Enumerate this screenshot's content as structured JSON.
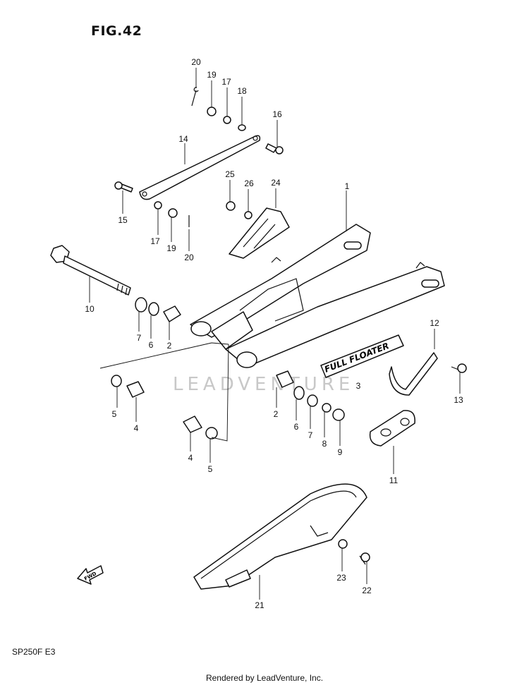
{
  "figure": {
    "title": "FIG.42",
    "model_code": "SP250F  E3",
    "credit": "Rendered by LeadVenture, Inc.",
    "watermark": "LEADVENTURE",
    "decal_text": "FULL FLOATER",
    "fwd_label": "FWD"
  },
  "callouts": [
    "1",
    "2",
    "2",
    "3",
    "4",
    "4",
    "5",
    "5",
    "6",
    "6",
    "7",
    "7",
    "8",
    "9",
    "10",
    "11",
    "12",
    "13",
    "14",
    "15",
    "16",
    "17",
    "17",
    "18",
    "19",
    "19",
    "20",
    "20",
    "21",
    "22",
    "23",
    "24",
    "25",
    "26"
  ]
}
